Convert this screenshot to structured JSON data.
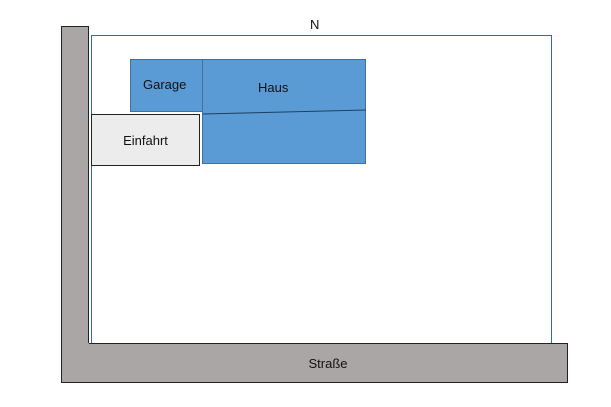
{
  "compass": {
    "north": "N"
  },
  "buildings": {
    "garage": "Garage",
    "house": "Haus"
  },
  "driveway": {
    "label": "Einfahrt"
  },
  "street": {
    "label": "Straße"
  },
  "colors": {
    "building_fill": "#5b9bd5",
    "building_border": "#41719c",
    "road_fill": "#aaa6a6",
    "driveway_fill": "#ececec",
    "plot_border": "#2f6f9f"
  }
}
